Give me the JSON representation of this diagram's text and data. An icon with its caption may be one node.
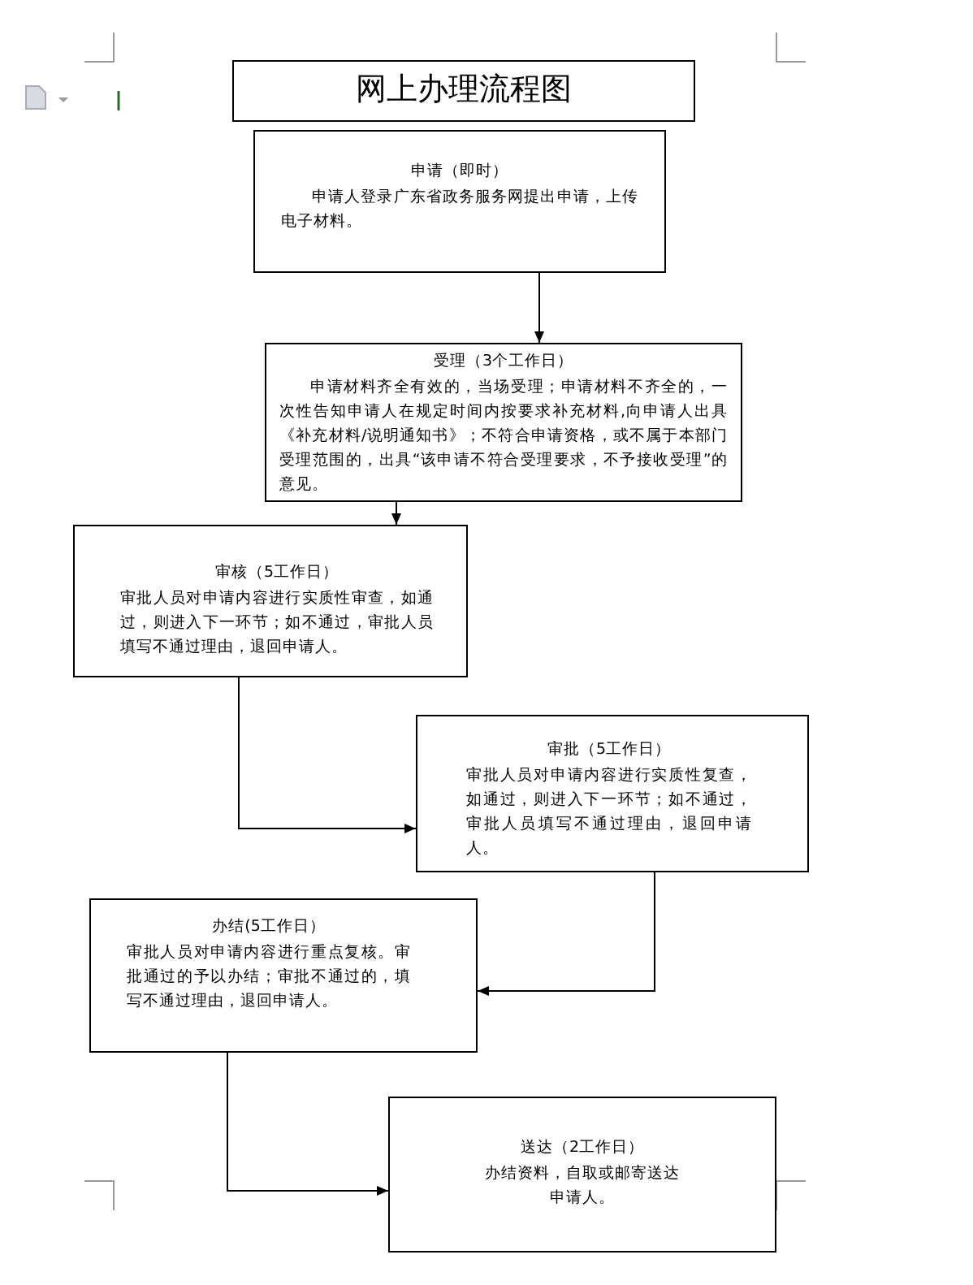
{
  "diagram": {
    "title": "网上办理流程图",
    "nodes": [
      {
        "text": [
          "申请（即时）",
          "申请人登录广东省政务服务网提出申请，上传电子材料。"
        ]
      },
      {
        "text": [
          "受理（3个工作日）",
          "申请材料齐全有效的，当场受理；申请材料不齐全的，一次性告知申请人在规定时间内按要求补充材料,向申请人出具《补充材料/说明通知书》；不符合申请资格，或不属于本部门受理范围的，出具“该申请不符合受理要求，不予接收受理”的意见。"
        ]
      },
      {
        "text": [
          "审核（5工作日）",
          "审批人员对申请内容进行实质性审查，如通过，则进入下一环节；如不通过，审批人员填写不通过理由，退回申请人。"
        ]
      },
      {
        "text": [
          "审批（5工作日）",
          "审批人员对申请内容进行实质性复查，如通过，则进入下一环节；如不通过，审批人员填写不通过理由，退回申请人。"
        ]
      },
      {
        "text": [
          "办结(5工作日）",
          "审批人员对申请内容进行重点复核。审批通过的予以办结；审批不通过的，填写不通过理由，退回申请人。"
        ]
      },
      {
        "text": [
          "送达（2工作日）",
          "办结资料，自取或邮寄送达申请人。"
        ]
      }
    ],
    "edges": [
      {
        "from": 0,
        "to": 1,
        "arrow": "to"
      },
      {
        "from": 1,
        "to": 2,
        "arrow": "to"
      },
      {
        "from": 2,
        "to": 3,
        "arrow": "to"
      },
      {
        "from": 3,
        "to": 4,
        "arrow": "to"
      },
      {
        "from": 4,
        "to": 5,
        "arrow": "to"
      }
    ]
  }
}
